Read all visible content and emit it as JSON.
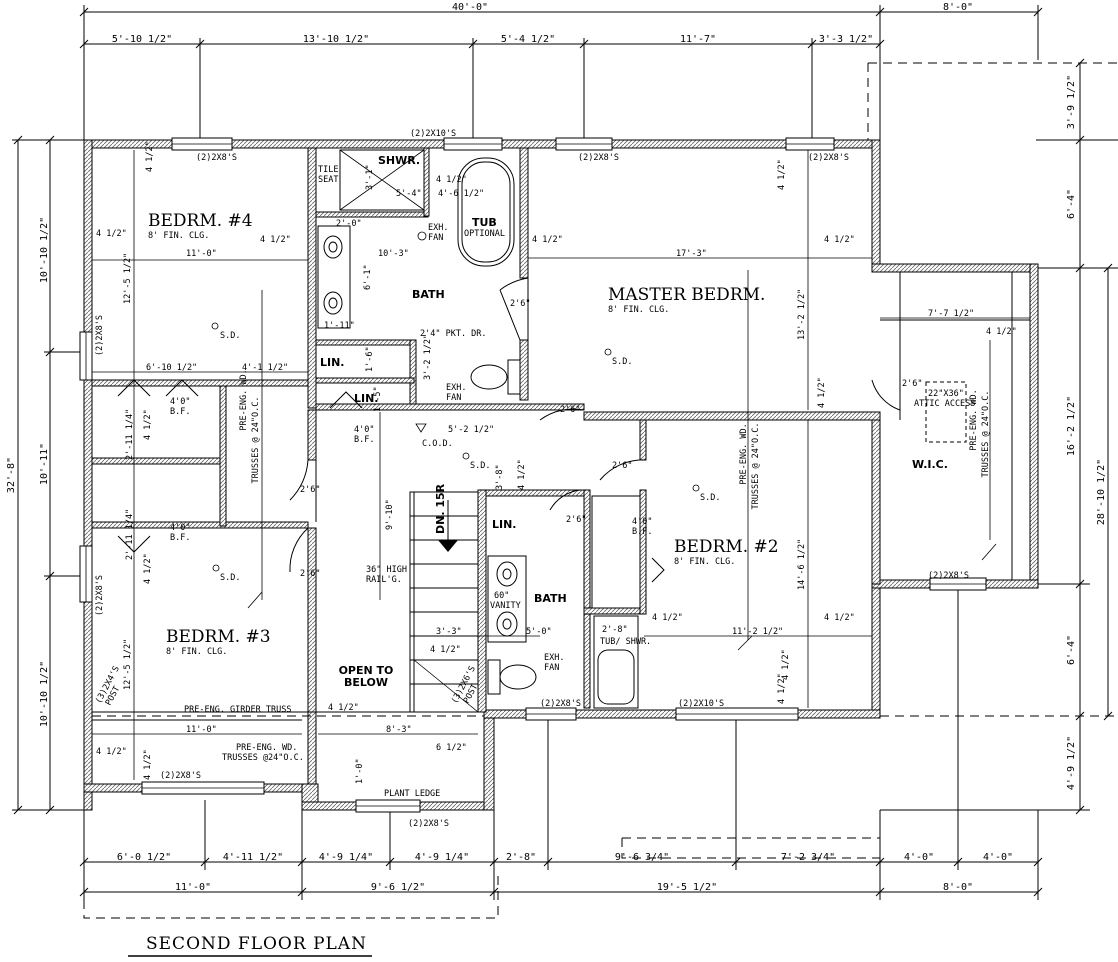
{
  "title": "SECOND FLOOR PLAN",
  "top_dims": {
    "overall": "40'-0\"",
    "right_overall": "8'-0\"",
    "segments": [
      "5'-10 1/2\"",
      "13'-10 1/2\"",
      "5'-4 1/2\"",
      "11'-7\"",
      "3'-3 1/2\""
    ]
  },
  "bottom_dims": {
    "row1": [
      "6'-0 1/2\"",
      "4'-11 1/2\"",
      "4'-9 1/4\"",
      "4'-9 1/4\"",
      "2'-8\"",
      "9'-6 3/4\"",
      "7'-2 3/4\"",
      "4'-0\"",
      "4'-0\""
    ],
    "row2": [
      "11'-0\"",
      "9'-6 1/2\"",
      "19'-5 1/2\"",
      "8'-0\""
    ]
  },
  "left_dims": {
    "overall": "32'-8\"",
    "segments": [
      "10'-10 1/2\"",
      "10'-11\"",
      "10'-10 1/2\""
    ]
  },
  "right_dims": {
    "outer": [
      "3'-9 1/2\"",
      "6'-4\"",
      "16'-2 1/2\"",
      "6'-4\"",
      "4'-9 1/2\""
    ],
    "overall": "28'-10 1/2\""
  },
  "rooms": {
    "bedroom4": {
      "name": "BEDRM. #4",
      "clg": "8' FIN. CLG."
    },
    "master": {
      "name": "MASTER BEDRM.",
      "clg": "8' FIN. CLG."
    },
    "bedroom2": {
      "name": "BEDRM. #2",
      "clg": "8' FIN. CLG."
    },
    "bedroom3": {
      "name": "BEDRM. #3",
      "clg": "8' FIN. CLG."
    },
    "bath_upper": "BATH",
    "bath_lower": "BATH",
    "wic": "W.I.C.",
    "open": "OPEN TO\nBELOW",
    "open_l1": "OPEN TO",
    "open_l2": "BELOW"
  },
  "labels": {
    "headers": [
      "(2)2X8'S",
      "(2)2X10'S",
      "(2)2X8'S",
      "(2)2X8'S",
      "(2)2X8'S",
      "(2)2X8'S",
      "(2)2X8'S",
      "(2)2X8'S",
      "(2)2X10'S",
      "(2)2X8'S",
      "(2)2X8'S"
    ],
    "tile_seat": "TILE SEAT",
    "tile1": "TILE",
    "tile2": "SEAT",
    "shwr": "SHWR.",
    "tub": "TUB",
    "tub_opt": "OPTIONAL",
    "exh_fan": "EXH. FAN",
    "exh": "EXH.",
    "fan": "FAN",
    "pkt_dr": "2'4\" PKT. DR.",
    "lin": "LIN.",
    "bf": "4'0\" B.F.",
    "bf1": "4'0\"",
    "bf2": "B.F.",
    "sd": "S.D.",
    "co": "C.O.D.",
    "dn": "DN. 15R",
    "rail": "36\" HIGH RAIL'G.",
    "rail1": "36\" HIGH",
    "rail2": "RAIL'G.",
    "vanity": "60\" VANITY",
    "van1": "60\"",
    "van2": "VANITY",
    "tub_shwr": "TUB/ SHWR.",
    "attic": "22\"X36\" ATTIC ACCESS",
    "attic1": "22\"X36\"",
    "attic2": "ATTIC ACCESS",
    "trusses": "PRE-ENG. WD. TRUSSES @ 24\"O.C.",
    "tr1": "PRE-ENG. WD.",
    "tr2": "TRUSSES @ 24\"O.C.",
    "tr3": "TRUSSES @24\"O.C.",
    "girder": "PRE-ENG. GIRDER TRUSS",
    "plant": "PLANT LEDGE",
    "post3": "(3)2X4'S POST",
    "post3a": "(3)2X4'S",
    "post3b": "POST",
    "post2a": "(3)2X6'S",
    "post2b": "POST"
  },
  "interior_dims": [
    "4 1/2\"",
    "11'-0\"",
    "12'-5 1/2\"",
    "6'-10 1/2\"",
    "4'-1 1/2\"",
    "2'-0\"",
    "6'-1\"",
    "1'-11\"",
    "10'-3\"",
    "5'-4\"",
    "4'-6 1/2\"",
    "3'-1\"",
    "17'-3\"",
    "13'-2 1/2\"",
    "2'6\"",
    "7'-7 1/2\"",
    "1'-6\"",
    "3'-2 1/2\"",
    "5'-2 1/2\"",
    "3'-8\"",
    "9'-10\"",
    "2'-11 1/4\"",
    "14'-6 1/2\"",
    "11'-2 1/2\"",
    "3'-3\"",
    "5'-0\"",
    "2'-8\"",
    "8'-3\"",
    "6 1/2\"",
    "1'-0\"",
    "1'-5\""
  ]
}
